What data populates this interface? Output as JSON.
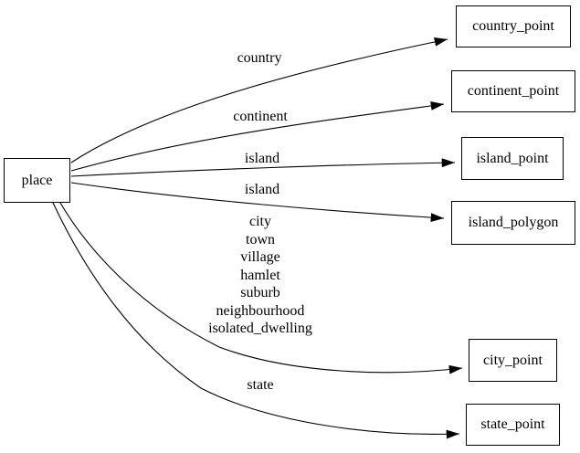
{
  "diagram": {
    "type": "directed-graph",
    "background_color": "#ffffff",
    "stroke_color": "#000000",
    "node_fill_color": "#ffffff",
    "text_color": "#000000",
    "nodes": [
      {
        "id": "place",
        "label": "place"
      },
      {
        "id": "country_point",
        "label": "country_point"
      },
      {
        "id": "continent_point",
        "label": "continent_point"
      },
      {
        "id": "island_point",
        "label": "island_point"
      },
      {
        "id": "island_polygon",
        "label": "island_polygon"
      },
      {
        "id": "city_point",
        "label": "city_point"
      },
      {
        "id": "state_point",
        "label": "state_point"
      }
    ],
    "edges": [
      {
        "from": "place",
        "to": "country_point",
        "label": "country"
      },
      {
        "from": "place",
        "to": "continent_point",
        "label": "continent"
      },
      {
        "from": "place",
        "to": "island_point",
        "label": "island"
      },
      {
        "from": "place",
        "to": "island_polygon",
        "label": "island"
      },
      {
        "from": "place",
        "to": "city_point",
        "label_lines": [
          "city",
          "town",
          "village",
          "hamlet",
          "suburb",
          "neighbourhood",
          "isolated_dwelling"
        ]
      },
      {
        "from": "place",
        "to": "state_point",
        "label": "state"
      }
    ]
  }
}
